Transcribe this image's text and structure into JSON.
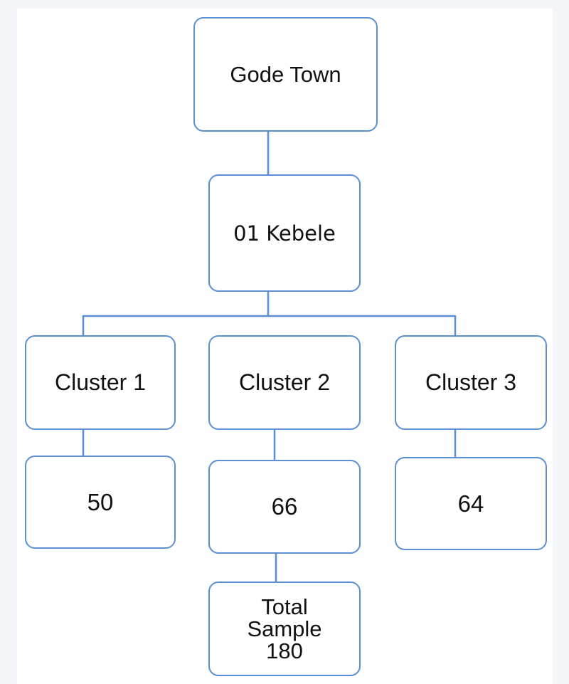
{
  "diagram": {
    "root": {
      "label": "Gode Town"
    },
    "kebele": {
      "label": "01 Kebele"
    },
    "clusters": [
      {
        "label": "Cluster 1",
        "sample": "50"
      },
      {
        "label": "Cluster 2",
        "sample": "66"
      },
      {
        "label": "Cluster 3",
        "sample": "64"
      }
    ],
    "total": {
      "label": "Total\nSample\n180"
    }
  },
  "colors": {
    "border": "#5b8fd2",
    "background": "#ffffff",
    "page_background": "#f3f5f8",
    "text": "#111111"
  }
}
